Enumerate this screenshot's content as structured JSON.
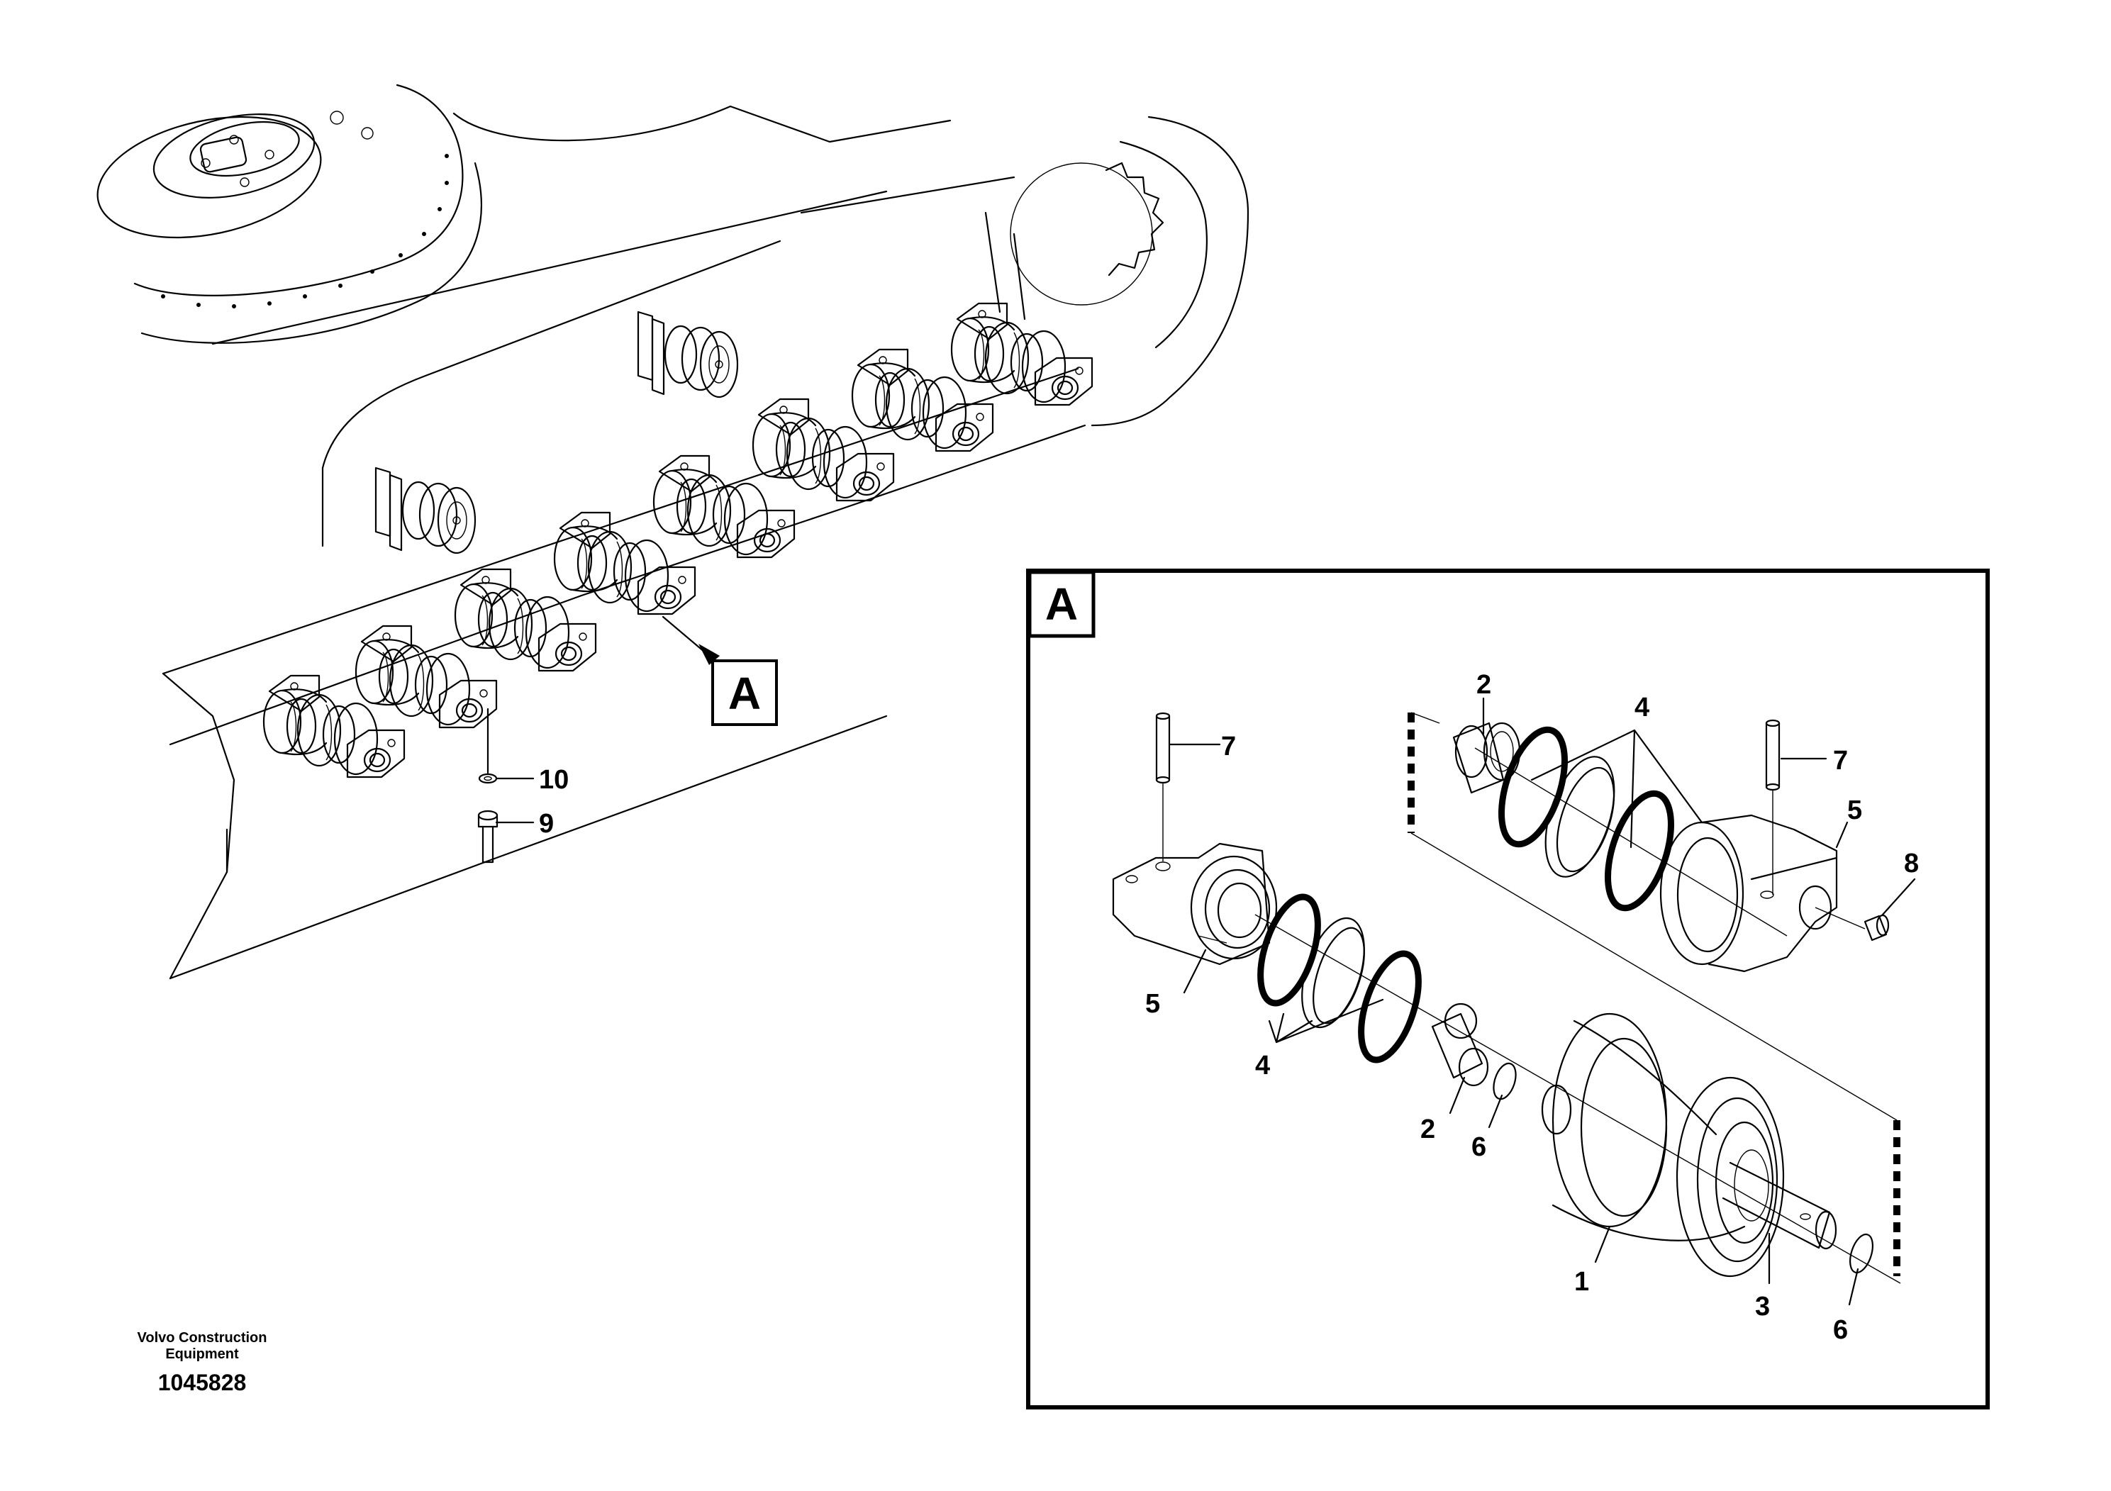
{
  "overview": {
    "detail_ref_label": "A",
    "callouts": [
      "10",
      "9"
    ]
  },
  "detail": {
    "label": "A",
    "callouts": {
      "c2_top": "2",
      "c4_top": "4",
      "c7_left": "7",
      "c7_right": "7",
      "c5_right": "5",
      "c8": "8",
      "c5_left": "5",
      "c4_bottom": "4",
      "c2_bottom": "2",
      "c6_mid": "6",
      "c1": "1",
      "c3": "3",
      "c6_bottom": "6"
    }
  },
  "footer": {
    "manufacturer": "Volvo Construction Equipment",
    "drawing_number": "1045828"
  }
}
